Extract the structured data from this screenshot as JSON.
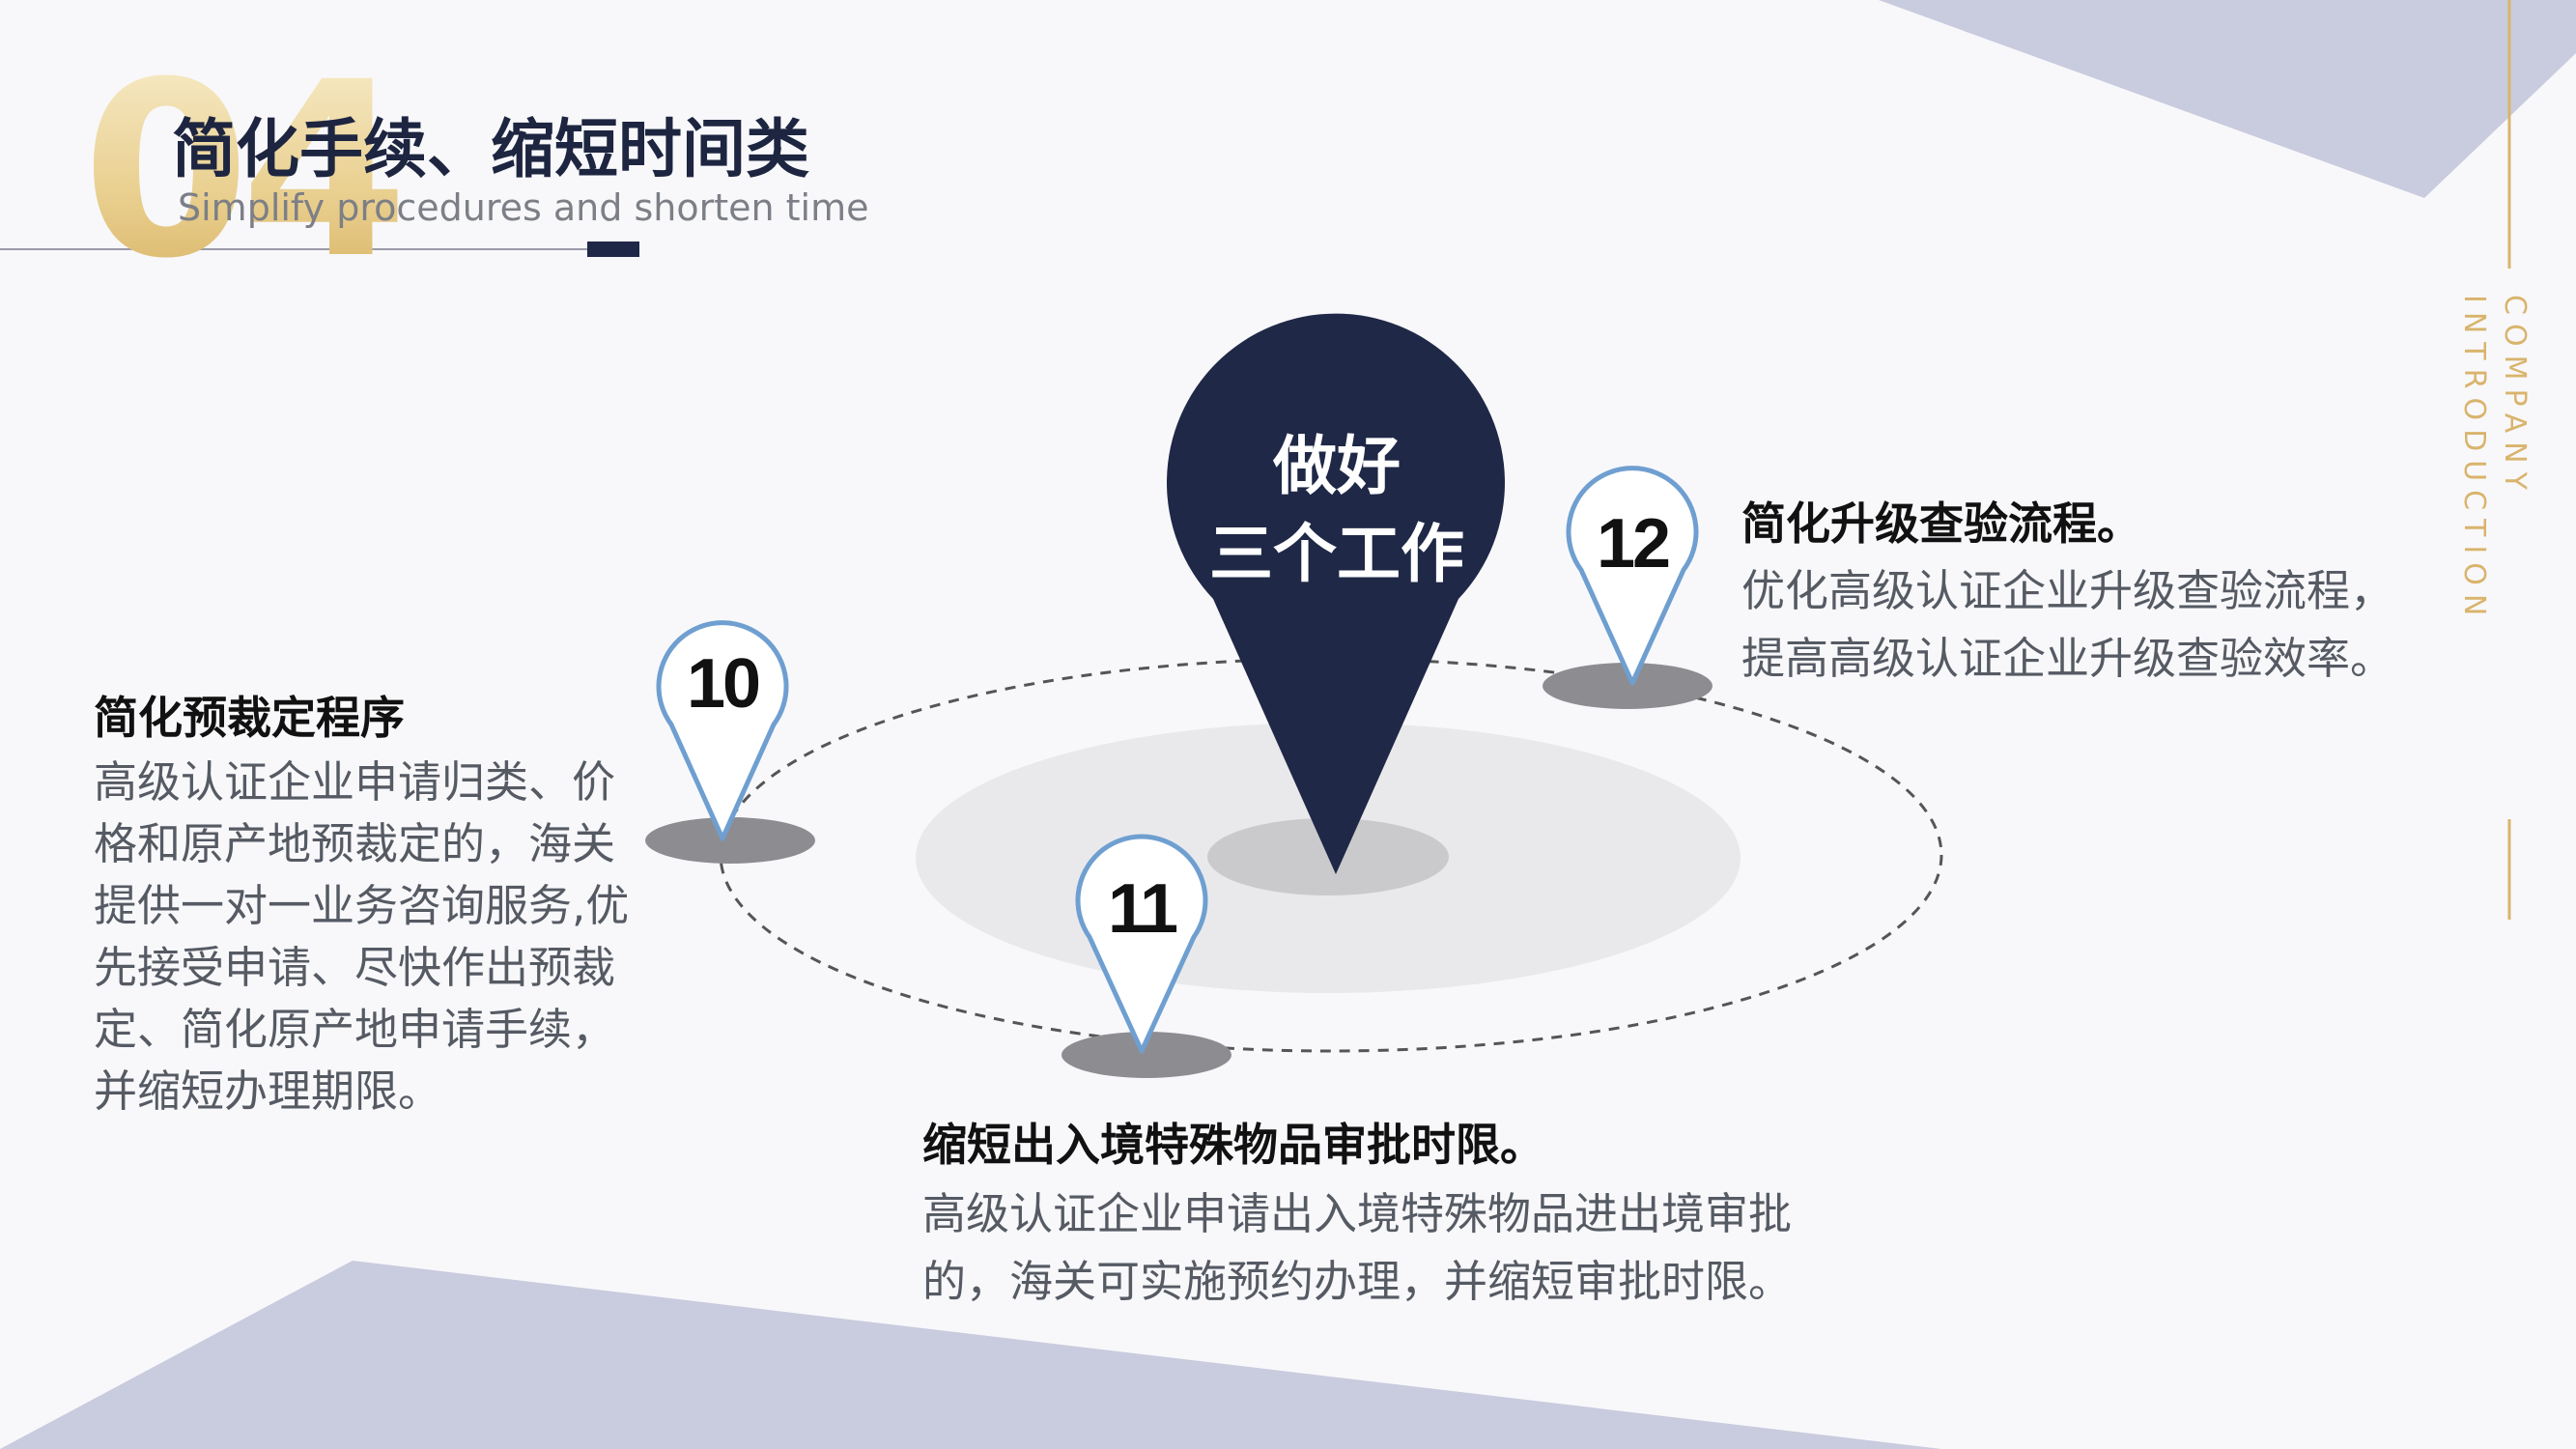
{
  "header": {
    "number": "04",
    "title": "简化手续、缩短时间类",
    "subtitle": "Simplify procedures and shorten time"
  },
  "side_label": {
    "line1": "COMPANY",
    "line2": "INTRODUCTION"
  },
  "center": {
    "line1": "做好",
    "line2": "三个工作"
  },
  "pins": [
    {
      "number": "10"
    },
    {
      "number": "11"
    },
    {
      "number": "12"
    }
  ],
  "blocks": {
    "left": {
      "title": "简化预裁定程序",
      "body": "高级认证企业申请归类、价\n格和原产地预裁定的，海关\n提供一对一业务咨询服务,优\n先接受申请、尽快作出预裁\n定、简化原产地申请手续，\n并缩短办理期限。"
    },
    "bottom": {
      "title": "缩短出入境特殊物品审批时限。",
      "body": "高级认证企业申请出入境特殊物品进出境审批\n的，海关可实施预约办理，并缩短审批时限。"
    },
    "right": {
      "title": "简化升级查验流程。",
      "body": "优化高级认证企业升级查验流程，\n提高高级认证企业升级查验效率。"
    }
  },
  "colors": {
    "navy": "#1f2846",
    "gold": "#d9b46c",
    "lavender": "#c9cbde",
    "pin_border": "#6f9fd0"
  }
}
